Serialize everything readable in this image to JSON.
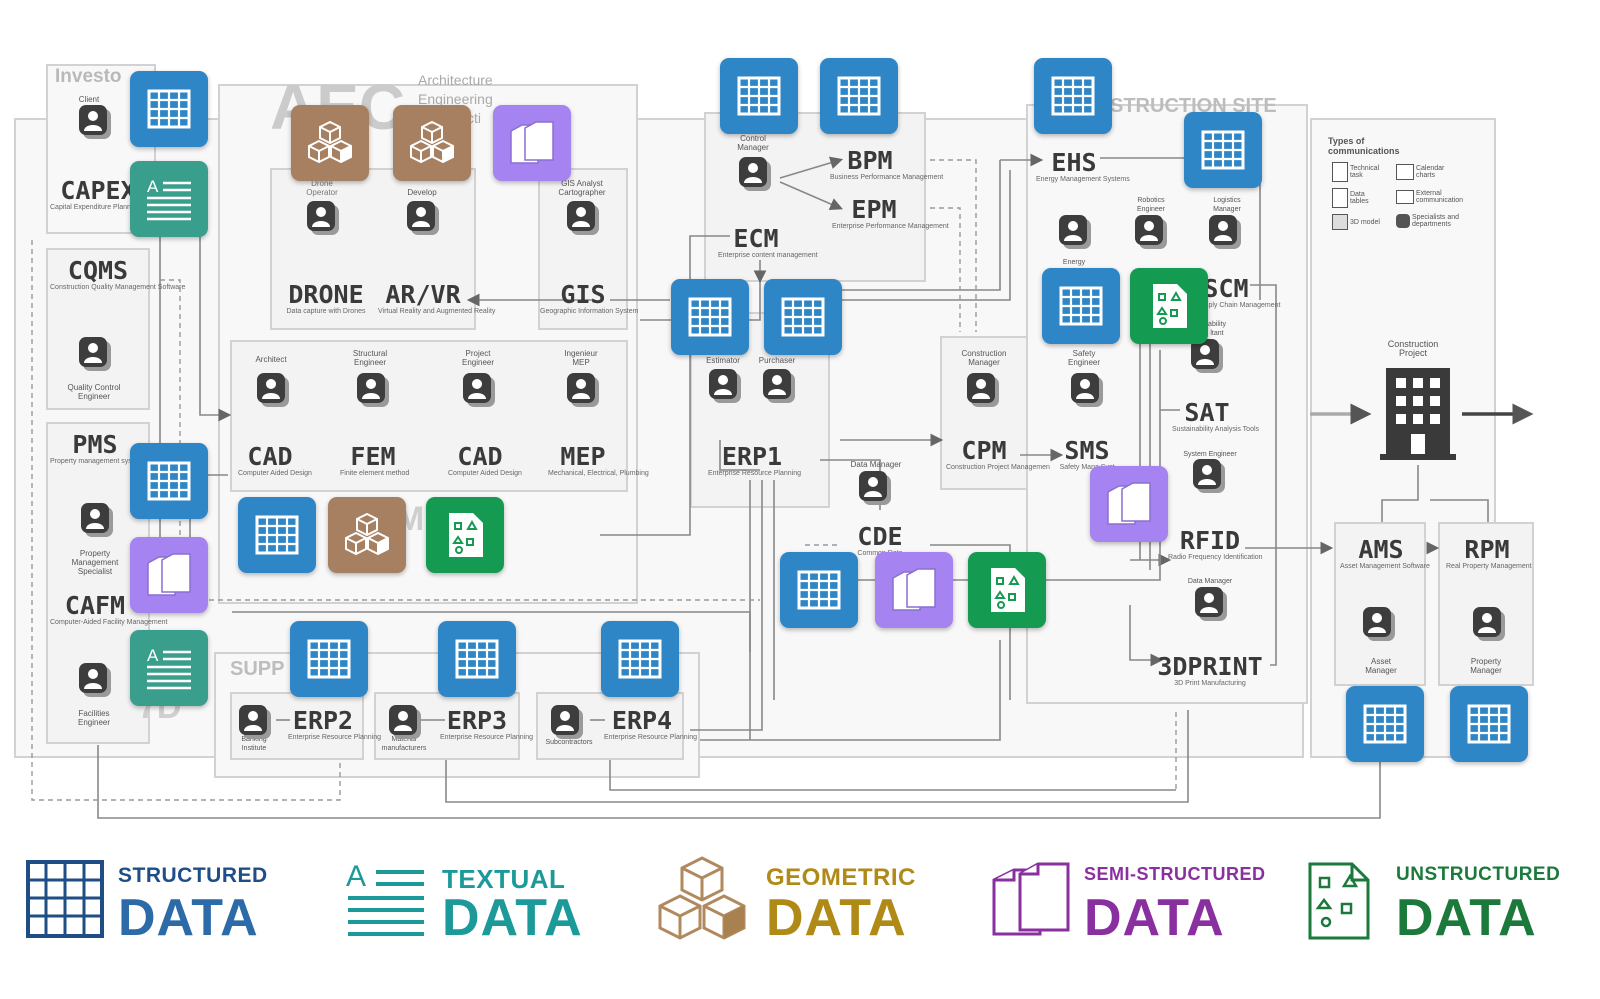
{
  "colors": {
    "structured": "#2f86c6",
    "textual": "#3a9e8d",
    "geometric": "#a77f61",
    "semi": "#a583f0",
    "unstructured": "#159a52",
    "legend_structured": "#1f4e86",
    "legend_textual": "#1c9a99",
    "legend_geometric": "#b08a16",
    "legend_semi": "#8a2fa0",
    "legend_unstructured": "#1b7a3b"
  },
  "zones": {
    "investor": "Investo",
    "aec": "AEC",
    "aec_lines": [
      "Architecture",
      "Engineering",
      "Constructi"
    ],
    "construction_site": "STRUCTION SITE",
    "supply": "SUPP",
    "sevenD": "7D",
    "fragment_m": "M"
  },
  "systems": {
    "capex": {
      "code": "CAPEX",
      "desc": "Capital Expenditure Planning software"
    },
    "cqms": {
      "code": "CQMS",
      "desc": "Construction Quality Management Software"
    },
    "pms": {
      "code": "PMS",
      "desc": "Property management system"
    },
    "cafm": {
      "code": "CAFM",
      "desc": "Computer-Aided Facility Management"
    },
    "drone": {
      "code": "DRONE",
      "desc": "Data capture with Drones"
    },
    "arvr": {
      "code": "AR/VR",
      "desc": "Virtual Reality and Augmented Reality"
    },
    "gis": {
      "code": "GIS",
      "desc": "Geographic Information System"
    },
    "cad1": {
      "code": "CAD",
      "desc": "Computer Aided Design"
    },
    "fem": {
      "code": "FEM",
      "desc": "Finite element method"
    },
    "cad2": {
      "code": "CAD",
      "desc": "Computer Aided Design"
    },
    "mep": {
      "code": "MEP",
      "desc": "Mechanical, Electrical, Plumbing"
    },
    "bpm": {
      "code": "BPM",
      "desc": "Business Performance Management"
    },
    "epm": {
      "code": "EPM",
      "desc": "Enterprise Performance Management"
    },
    "ecm": {
      "code": "ECM",
      "desc": "Enterprise content management"
    },
    "erp1": {
      "code": "ERP1",
      "desc": "Enterprise Resource Planning"
    },
    "cde": {
      "code": "CDE",
      "desc": "Common Data"
    },
    "cpm": {
      "code": "CPM",
      "desc": "Construction Project Managemen"
    },
    "sms": {
      "code": "SMS",
      "desc": "Safety Mana Syst"
    },
    "ehs": {
      "code": "EHS",
      "desc": "Energy Management Systems"
    },
    "scm": {
      "code": "SCM",
      "desc": "Supply Chain Management"
    },
    "sat": {
      "code": "SAT",
      "desc": "Sustainability Analysis Tools"
    },
    "rfid": {
      "code": "RFID",
      "desc": "Radio Frequency Identification"
    },
    "print3d": {
      "code": "3DPRINT",
      "desc": "3D Print Manufacturing"
    },
    "ams": {
      "code": "AMS",
      "desc": "Asset Management Software"
    },
    "rpm": {
      "code": "RPM",
      "desc": "Real Property Management"
    },
    "erp2": {
      "code": "ERP2",
      "desc": "Enterprise Resource Planning"
    },
    "erp3": {
      "code": "ERP3",
      "desc": "Enterprise Resource Planning"
    },
    "erp4": {
      "code": "ERP4",
      "desc": "Enterprise Resource Planning"
    }
  },
  "roles": {
    "client": "Client",
    "quality": "Quality Control Engineer",
    "property_spec": "Property Management Specialist",
    "facilities": "Facilities Engineer",
    "drone_op": "Drone Operator",
    "develop": "Develop",
    "gis_analyst": "GIS Analyst Cartographer",
    "architect": "Architect",
    "structural": "Structural Engineer",
    "project_eng": "Project Engineer",
    "mep_eng": "Ingenieur MEP",
    "control": "Control Manager",
    "estimator": "Estimator",
    "purchaser": "Purchaser",
    "data_manager1": "Data Manager",
    "construction_mgr": "Construction Manager",
    "safety": "Safety Engineer",
    "energy": "Energy",
    "robotics": "Robotics Engineer",
    "logistics": "Logistics Manager",
    "sat_role": "ability ltant",
    "system_eng": "System Engineer",
    "data_manager2": "Data Manager",
    "asset_mgr": "Asset Manager",
    "property_mgr": "Property Manager",
    "banking": "Banking Institute",
    "material": "Material manufacturers",
    "subcontractors": "Subcontractors",
    "construction_project": "Construction Project"
  },
  "comm_types": {
    "title": "Types of communications",
    "technical": "Technical task",
    "calendar": "Calendar charts",
    "tables": "Data tables",
    "external": "External communication",
    "model": "3D model",
    "specialists": "Specialists and departments"
  },
  "legend": [
    {
      "kind": "STRUCTURED",
      "word": "DATA",
      "icon": "table-icon"
    },
    {
      "kind": "TEXTUAL",
      "word": "DATA",
      "icon": "text-lines-icon"
    },
    {
      "kind": "GEOMETRIC",
      "word": "DATA",
      "icon": "cubes-icon"
    },
    {
      "kind": "SEMI-STRUCTURED",
      "word": "DATA",
      "icon": "documents-icon"
    },
    {
      "kind": "UNSTRUCTURED",
      "word": "DATA",
      "icon": "shapes-document-icon"
    }
  ]
}
